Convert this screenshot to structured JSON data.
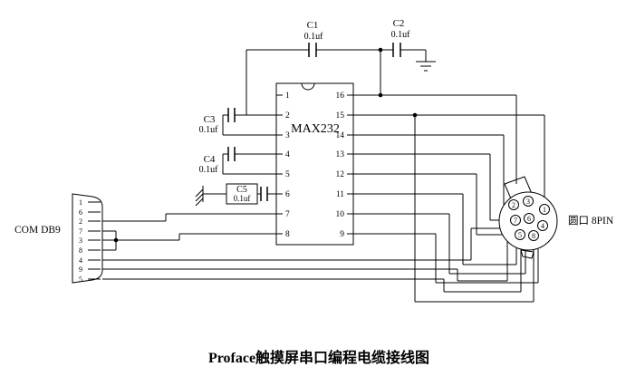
{
  "diagram": {
    "caption": "Proface触摸屏串口编程电缆接线图",
    "ic": {
      "label": "MAX232",
      "left_pins": [
        "1",
        "2",
        "3",
        "4",
        "5",
        "6",
        "7",
        "8"
      ],
      "right_pins": [
        "16",
        "15",
        "14",
        "13",
        "12",
        "11",
        "10",
        "9"
      ]
    },
    "capacitors": [
      {
        "name": "C1",
        "value": "0.1uf"
      },
      {
        "name": "C2",
        "value": "0.1uf"
      },
      {
        "name": "C3",
        "value": "0.1uf"
      },
      {
        "name": "C4",
        "value": "0.1uf"
      },
      {
        "name": "C5",
        "value": "0.1uf"
      }
    ],
    "db9": {
      "label": "COM DB9",
      "pins": [
        "1",
        "6",
        "2",
        "7",
        "3",
        "8",
        "4",
        "9",
        "5"
      ]
    },
    "round_connector": {
      "label": "圆口 8PIN",
      "pins": [
        "2",
        "3",
        "1",
        "7",
        "6",
        "4",
        "5",
        "8"
      ]
    },
    "colors": {
      "line": "#000000",
      "background": "#ffffff"
    }
  }
}
